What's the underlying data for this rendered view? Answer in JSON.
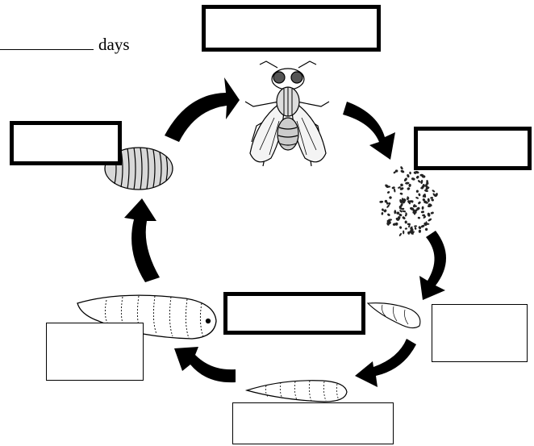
{
  "duration": {
    "unit_label": "days"
  },
  "stages": [
    {
      "id": "adult",
      "icon": "adult-fly-icon"
    },
    {
      "id": "eggs",
      "icon": "egg-cluster-icon"
    },
    {
      "id": "larva-small",
      "icon": "small-larva-icon"
    },
    {
      "id": "larva-medium",
      "icon": "medium-larva-icon"
    },
    {
      "id": "larva-large",
      "icon": "large-larva-icon"
    },
    {
      "id": "pupa",
      "icon": "pupa-icon"
    }
  ],
  "colors": {
    "ink": "#000000",
    "paper": "#ffffff",
    "shade": "#cfcfcf"
  }
}
